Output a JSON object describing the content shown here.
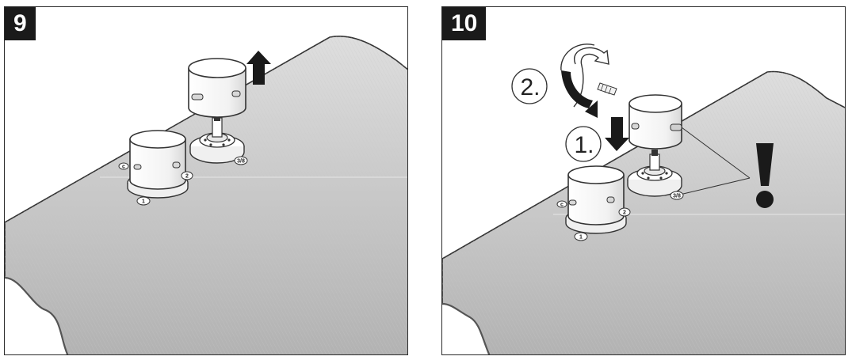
{
  "steps": [
    {
      "number": "9",
      "tags": {
        "knob_left": "1",
        "knob_right": "2",
        "knob_small": "c",
        "base_right": "3/8"
      }
    },
    {
      "number": "10",
      "callouts": {
        "first": "1.",
        "second": "2."
      },
      "tags": {
        "knob_left": "1",
        "knob_right": "2",
        "knob_small": "c",
        "base_right": "3/8"
      },
      "warning_mark": "!"
    }
  ],
  "colors": {
    "countertop_top": "#dcdcdc",
    "countertop_bottom": "#b4b4b4",
    "outline": "#333333",
    "badge_bg": "#1a1a1a",
    "badge_text": "#ffffff"
  }
}
